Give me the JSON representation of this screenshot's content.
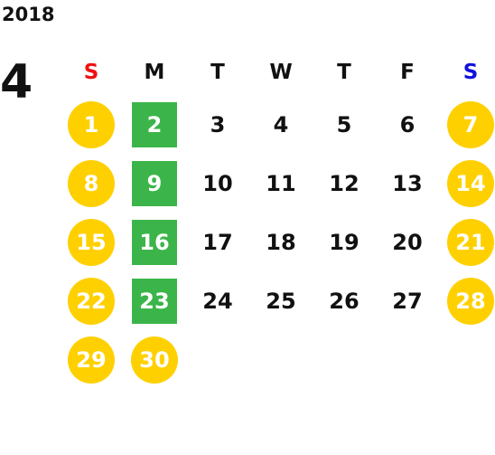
{
  "year": "2018",
  "month": "4",
  "weekdays": [
    "S",
    "M",
    "T",
    "W",
    "T",
    "F",
    "S"
  ],
  "weeks": [
    [
      {
        "d": "1",
        "t": "holiday"
      },
      {
        "d": "2",
        "t": "closed"
      },
      {
        "d": "3",
        "t": "normal"
      },
      {
        "d": "4",
        "t": "normal"
      },
      {
        "d": "5",
        "t": "normal"
      },
      {
        "d": "6",
        "t": "normal"
      },
      {
        "d": "7",
        "t": "holiday"
      }
    ],
    [
      {
        "d": "8",
        "t": "holiday"
      },
      {
        "d": "9",
        "t": "closed"
      },
      {
        "d": "10",
        "t": "normal"
      },
      {
        "d": "11",
        "t": "normal"
      },
      {
        "d": "12",
        "t": "normal"
      },
      {
        "d": "13",
        "t": "normal"
      },
      {
        "d": "14",
        "t": "holiday"
      }
    ],
    [
      {
        "d": "15",
        "t": "holiday"
      },
      {
        "d": "16",
        "t": "closed"
      },
      {
        "d": "17",
        "t": "normal"
      },
      {
        "d": "18",
        "t": "normal"
      },
      {
        "d": "19",
        "t": "normal"
      },
      {
        "d": "20",
        "t": "normal"
      },
      {
        "d": "21",
        "t": "holiday"
      }
    ],
    [
      {
        "d": "22",
        "t": "holiday"
      },
      {
        "d": "23",
        "t": "closed"
      },
      {
        "d": "24",
        "t": "normal"
      },
      {
        "d": "25",
        "t": "normal"
      },
      {
        "d": "26",
        "t": "normal"
      },
      {
        "d": "27",
        "t": "normal"
      },
      {
        "d": "28",
        "t": "holiday"
      }
    ],
    [
      {
        "d": "29",
        "t": "holiday"
      },
      {
        "d": "30",
        "t": "holiday"
      },
      {
        "d": "",
        "t": "empty"
      },
      {
        "d": "",
        "t": "empty"
      },
      {
        "d": "",
        "t": "empty"
      },
      {
        "d": "",
        "t": "empty"
      },
      {
        "d": "",
        "t": "empty"
      }
    ]
  ],
  "colors": {
    "holiday": "#ffd000",
    "closed": "#3bb54a",
    "sunday_label": "#ee1111",
    "saturday_label": "#1111dd"
  }
}
